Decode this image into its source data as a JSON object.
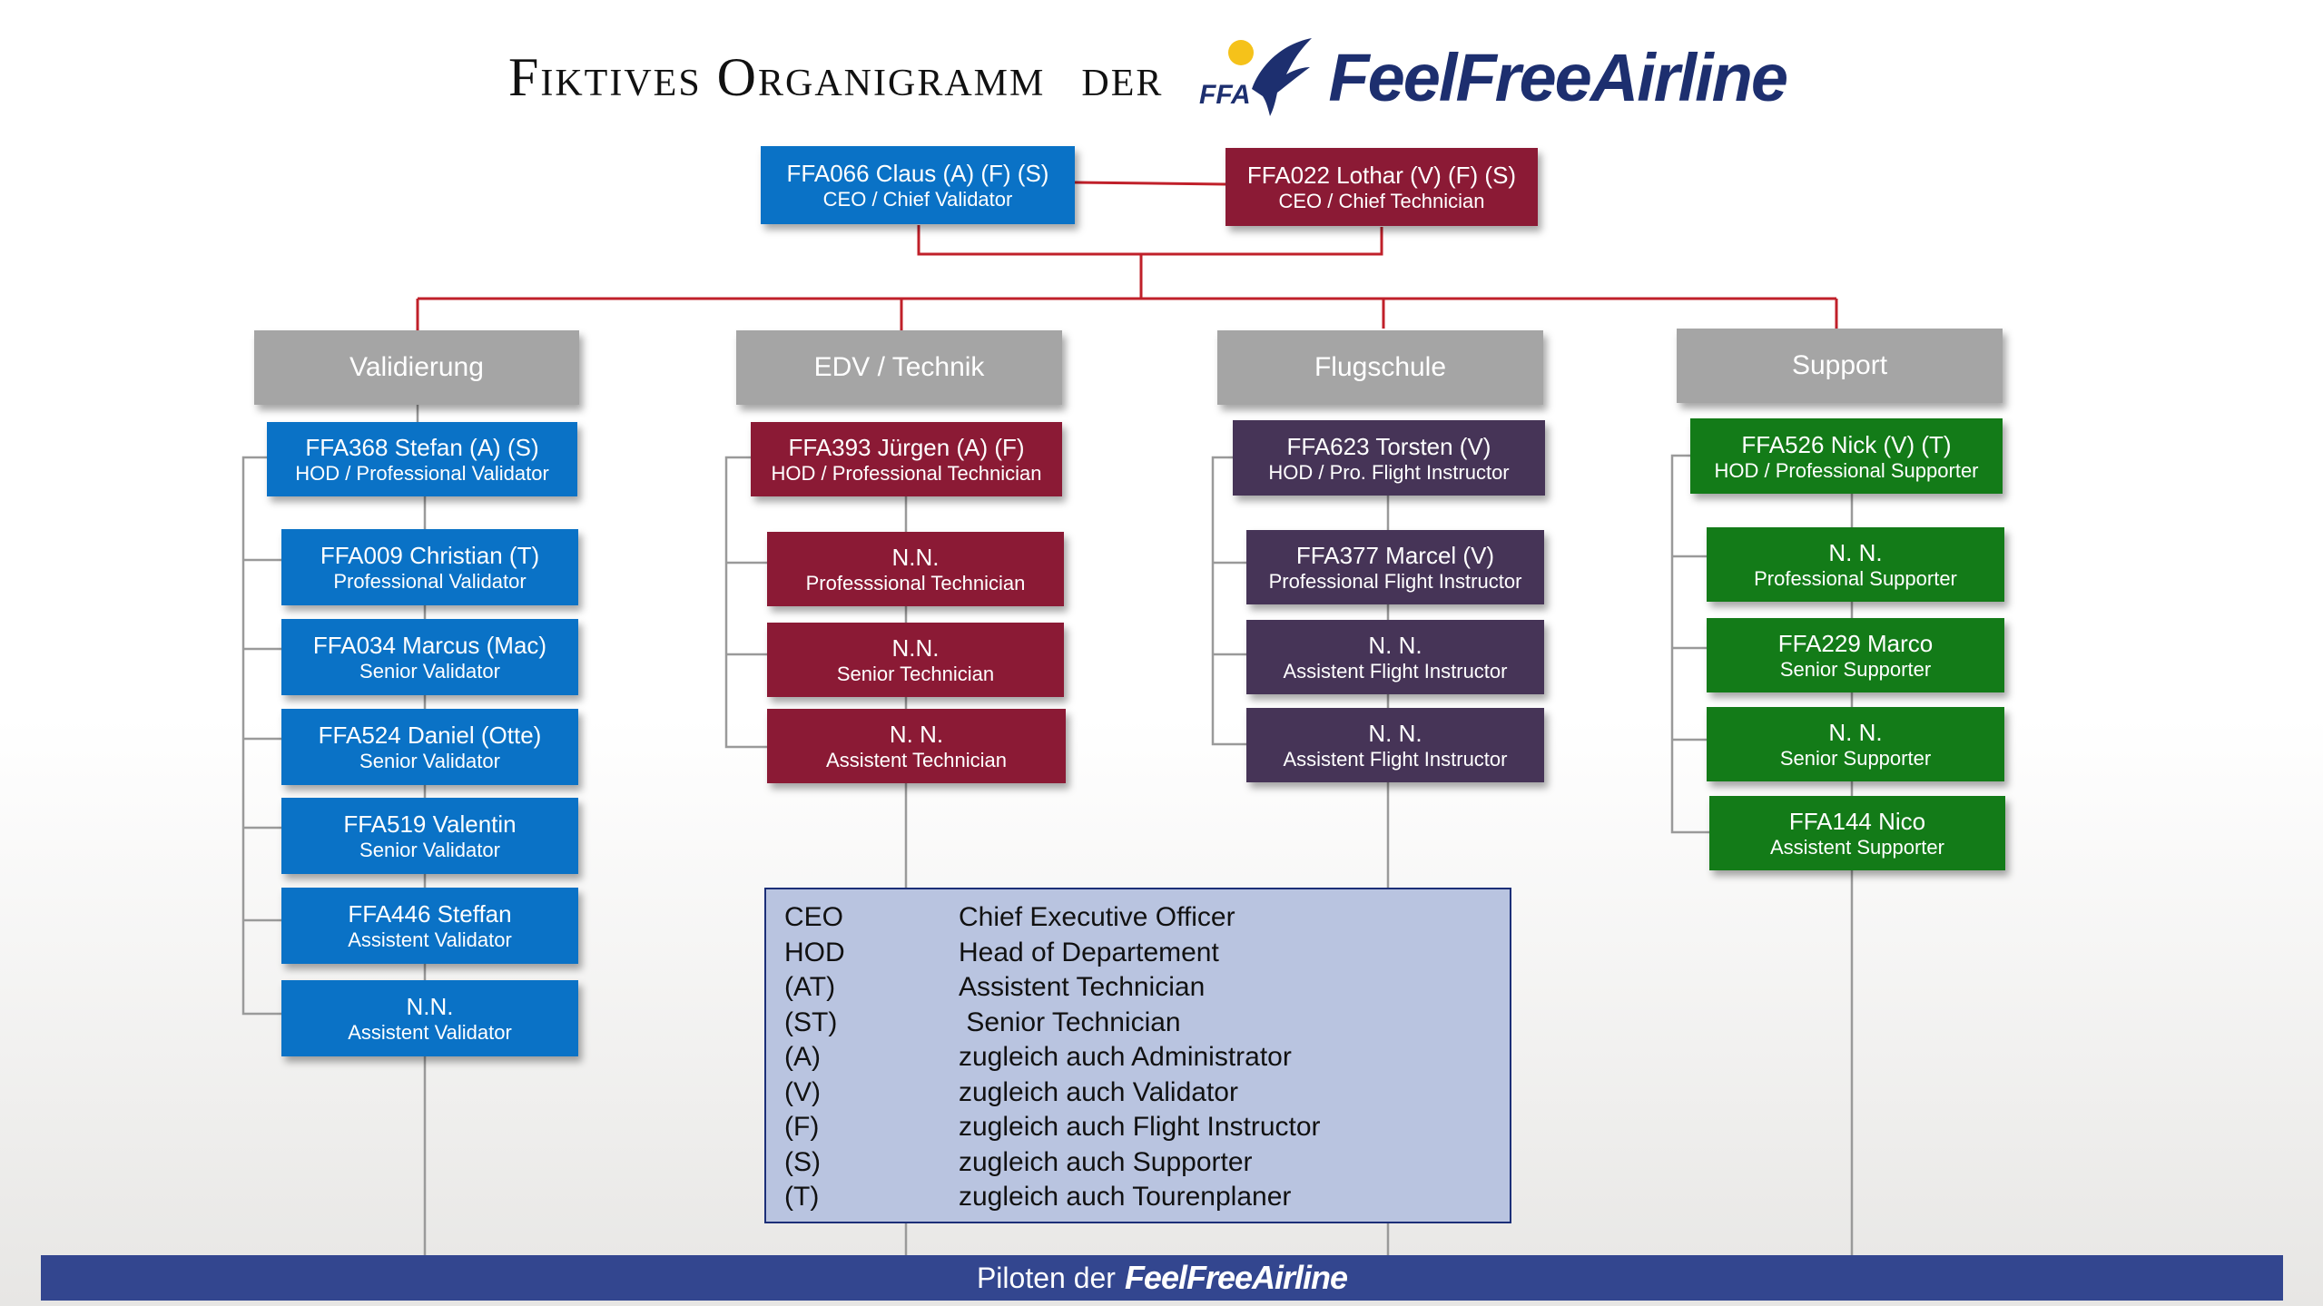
{
  "title": {
    "prefix": "Fiktives Organigramm",
    "der": "der",
    "logo_text": "FFA",
    "brand": "FeelFreeAirline"
  },
  "colors": {
    "blue": "#0a72c6",
    "red": "#8b1a35",
    "purple": "#463457",
    "green": "#137b18",
    "dept": "#a5a5a5",
    "connector": "#c0202a",
    "footer": "#33468f"
  },
  "ceo": [
    {
      "name": "FFA066 Claus (A) (F) (S)",
      "role": "CEO / Chief Validator"
    },
    {
      "name": "FFA022 Lothar (V) (F) (S)",
      "role": "CEO / Chief Technician"
    }
  ],
  "departments": [
    {
      "label": "Validierung",
      "head": {
        "name": "FFA368 Stefan (A) (S)",
        "role": "HOD / Professional Validator"
      },
      "members": [
        {
          "name": "FFA009 Christian (T)",
          "role": "Professional Validator"
        },
        {
          "name": "FFA034 Marcus (Mac)",
          "role": "Senior Validator"
        },
        {
          "name": "FFA524 Daniel (Otte)",
          "role": "Senior Validator"
        },
        {
          "name": "FFA519 Valentin",
          "role": "Senior Validator"
        },
        {
          "name": "FFA446 Steffan",
          "role": "Assistent Validator"
        },
        {
          "name": "N.N.",
          "role": "Assistent Validator"
        }
      ]
    },
    {
      "label": "EDV / Technik",
      "head": {
        "name": "FFA393 Jürgen (A) (F)",
        "role": "HOD / Professional Technician"
      },
      "members": [
        {
          "name": "N.N.",
          "role": "Professsional Technician"
        },
        {
          "name": "N.N.",
          "role": "Senior Technician"
        },
        {
          "name": "N. N.",
          "role": "Assistent Technician"
        }
      ]
    },
    {
      "label": "Flugschule",
      "head": {
        "name": "FFA623 Torsten (V)",
        "role": "HOD / Pro. Flight Instructor"
      },
      "members": [
        {
          "name": "FFA377 Marcel (V)",
          "role": "Professional Flight Instructor"
        },
        {
          "name": "N. N.",
          "role": "Assistent Flight Instructor"
        },
        {
          "name": "N. N.",
          "role": "Assistent Flight Instructor"
        }
      ]
    },
    {
      "label": "Support",
      "head": {
        "name": "FFA526 Nick (V) (T)",
        "role": "HOD / Professional Supporter"
      },
      "members": [
        {
          "name": "N. N.",
          "role": "Professional Supporter"
        },
        {
          "name": "FFA229 Marco",
          "role": "Senior Supporter"
        },
        {
          "name": "N. N.",
          "role": "Senior Supporter"
        },
        {
          "name": "FFA144 Nico",
          "role": "Assistent Supporter"
        }
      ]
    }
  ],
  "legend": [
    {
      "abbr": "CEO",
      "desc": "Chief Executive Officer"
    },
    {
      "abbr": "HOD",
      "desc": "Head of Departement"
    },
    {
      "abbr": "(AT)",
      "desc": "Assistent Technician"
    },
    {
      "abbr": "(ST)",
      "desc": " Senior Technician"
    },
    {
      "abbr": "(A)",
      "desc": "zugleich auch Administrator"
    },
    {
      "abbr": "(V)",
      "desc": "zugleich auch Validator"
    },
    {
      "abbr": "(F)",
      "desc": "zugleich auch Flight Instructor"
    },
    {
      "abbr": "(S)",
      "desc": "zugleich auch Supporter"
    },
    {
      "abbr": "(T)",
      "desc": "zugleich auch Tourenplaner"
    }
  ],
  "footer": {
    "label": "Piloten der",
    "brand": "FeelFreeAirline"
  }
}
